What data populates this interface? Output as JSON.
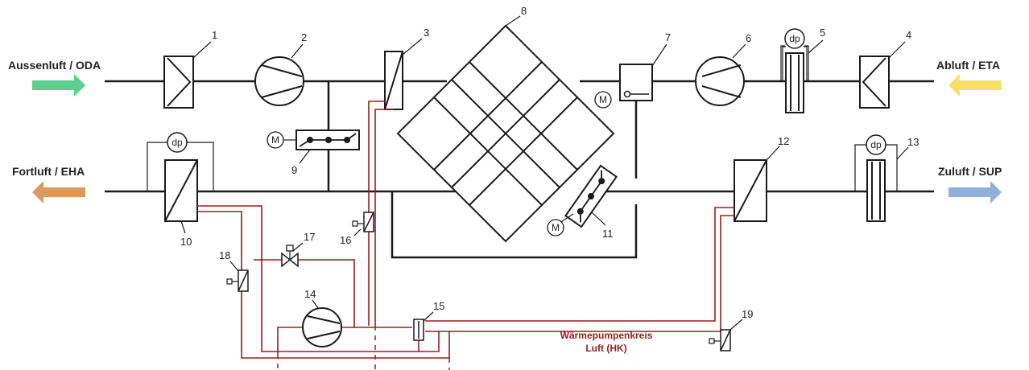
{
  "labels": {
    "oda": "Aussenluft / ODA",
    "eha": "Fortluft / EHA",
    "eta": "Abluft / ETA",
    "sup": "Zuluft / SUP",
    "heatpump_line1": "Wärmepumpenkreis",
    "heatpump_line2": "Luft (HK)",
    "dp": "dp",
    "motor": "M"
  },
  "component_numbers": [
    "1",
    "2",
    "3",
    "4",
    "5",
    "6",
    "7",
    "8",
    "9",
    "10",
    "11",
    "12",
    "13",
    "14",
    "15",
    "16",
    "17",
    "18",
    "19"
  ],
  "colors": {
    "oda_arrow": "#5ccf8e",
    "eha_arrow": "#d99a5b",
    "eta_arrow": "#f7e06a",
    "sup_arrow": "#8fb0d8",
    "refrigerant_pipe": "#9b1c1c",
    "duct": "#1a1a1a"
  }
}
